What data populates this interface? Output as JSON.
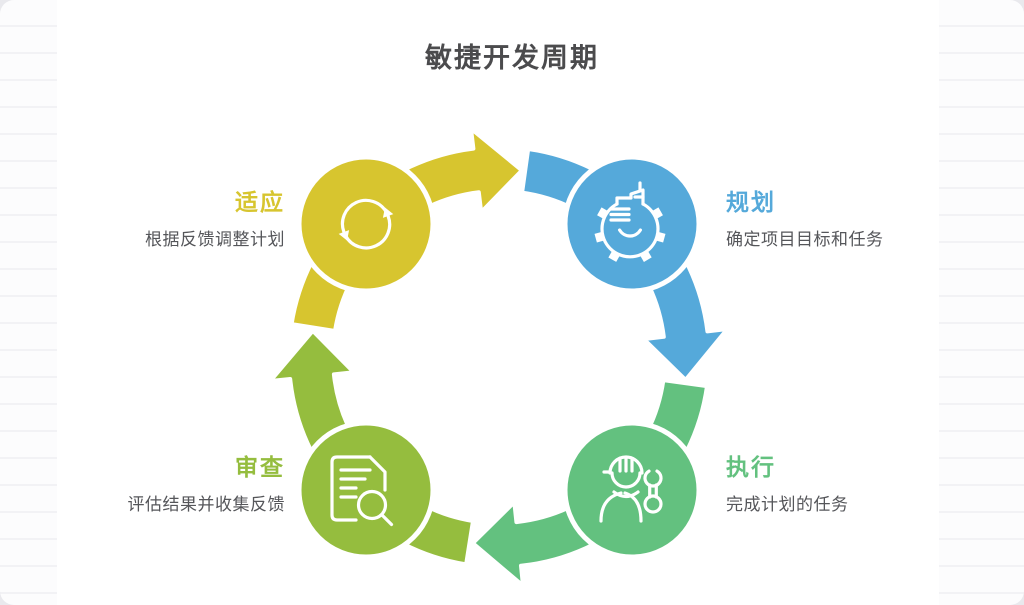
{
  "title": "敏捷开发周期",
  "diagram": {
    "flow_direction": "clockwise",
    "stages": [
      {
        "id": "adapt",
        "label": "适应",
        "description": "根据反馈调整计划",
        "color": "#d7c52f",
        "icon": "refresh-icon"
      },
      {
        "id": "plan",
        "label": "规划",
        "description": "确定项目目标和任务",
        "color": "#55a9da",
        "icon": "factory-gear-icon"
      },
      {
        "id": "execute",
        "label": "执行",
        "description": "完成计划的任务",
        "color": "#63c17f",
        "icon": "worker-wrench-icon"
      },
      {
        "id": "review",
        "label": "审查",
        "description": "评估结果并收集反馈",
        "color": "#95bd3e",
        "icon": "document-search-icon"
      }
    ]
  },
  "colors": {
    "title_text": "#4b4b4d",
    "description_text": "#55565a",
    "card_background": "#ffffff",
    "page_line_color": "#f2f2f5",
    "outline_white": "#ffffff"
  }
}
